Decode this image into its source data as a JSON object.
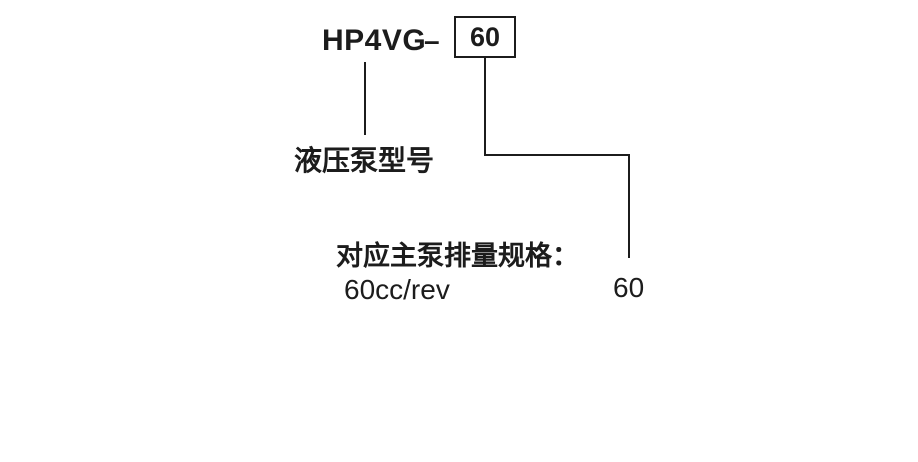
{
  "diagram": {
    "title_code": {
      "prefix": "HP4VG",
      "separator": "–",
      "boxed_value": "60"
    },
    "callouts": {
      "model_label": "液压泵型号",
      "spec_heading": "对应主泵排量规格：",
      "spec_value": "60cc/rev",
      "spec_code": "60"
    },
    "colors": {
      "ink": "#1c1c1c",
      "background": "#ffffff"
    }
  }
}
